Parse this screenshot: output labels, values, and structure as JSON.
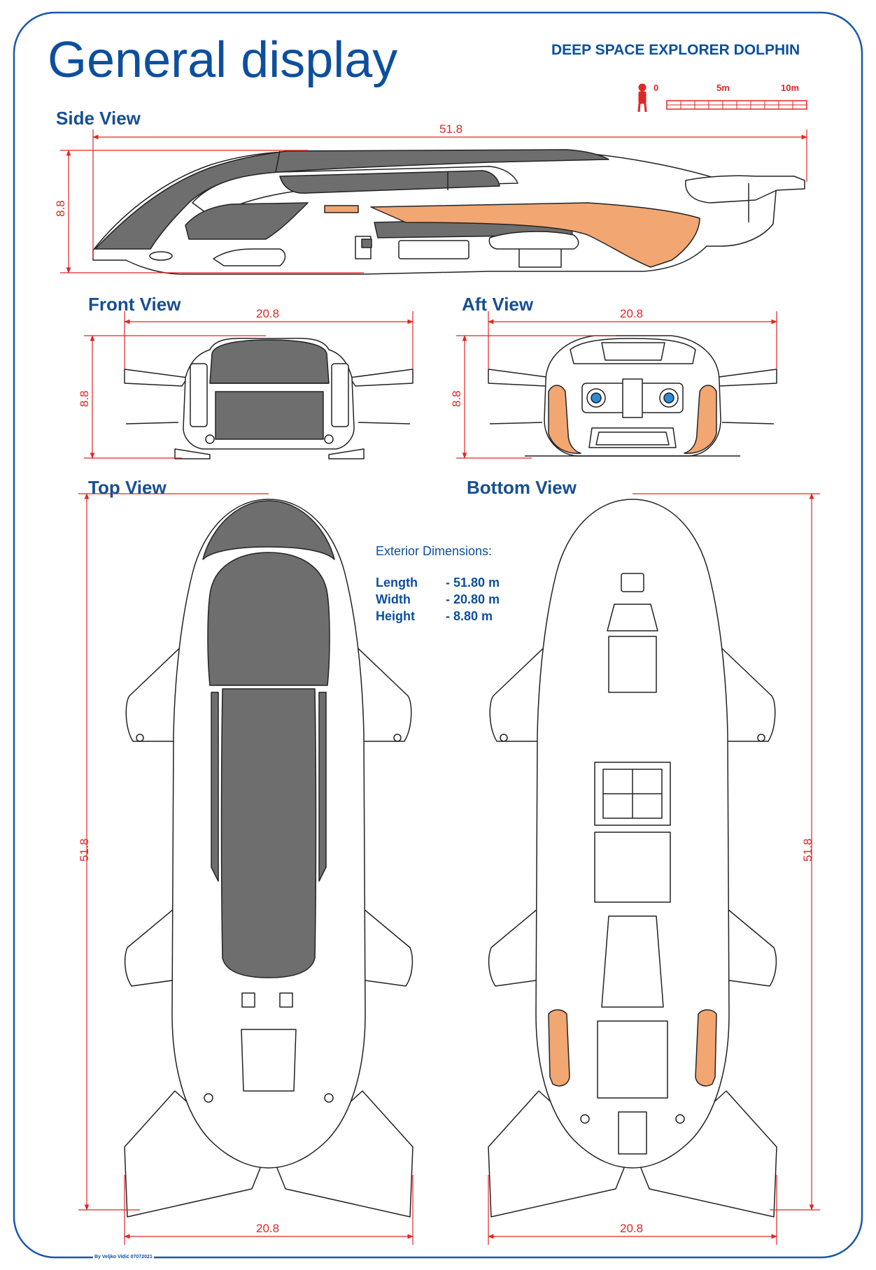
{
  "header": {
    "title": "General display",
    "project_name": "DEEP SPACE EXPLORER DOLPHIN"
  },
  "scale_bar": {
    "labels": [
      "0",
      "5m",
      "10m"
    ]
  },
  "views": {
    "side": {
      "title": "Side View",
      "length_label": "51.8",
      "height_label": "8.8"
    },
    "front": {
      "title": "Front View",
      "width_label": "20.8",
      "height_label": "8.8"
    },
    "aft": {
      "title": "Aft View",
      "width_label": "20.8",
      "height_label": "8.8"
    },
    "top": {
      "title": "Top  View",
      "length_label": "51.8",
      "width_label": "20.8"
    },
    "bottom": {
      "title": "Bottom  View",
      "length_label": "51.8",
      "width_label": "20.8"
    }
  },
  "dimensions": {
    "heading": "Exterior Dimensions:",
    "rows": [
      {
        "label": "Length",
        "value": "- 51.80 m"
      },
      {
        "label": "Width",
        "value": "- 20.80 m"
      },
      {
        "label": "Height",
        "value": "- 8.80 m"
      }
    ]
  },
  "credit": "By Veljko Vidić 07072021",
  "colors": {
    "title_blue": "#0d4f9e",
    "dimension_red": "#e32525",
    "panel_gray": "#6e6e6e",
    "accent_orange": "#f2a672",
    "outline": "#222222",
    "border_blue": "#1a58a8"
  }
}
